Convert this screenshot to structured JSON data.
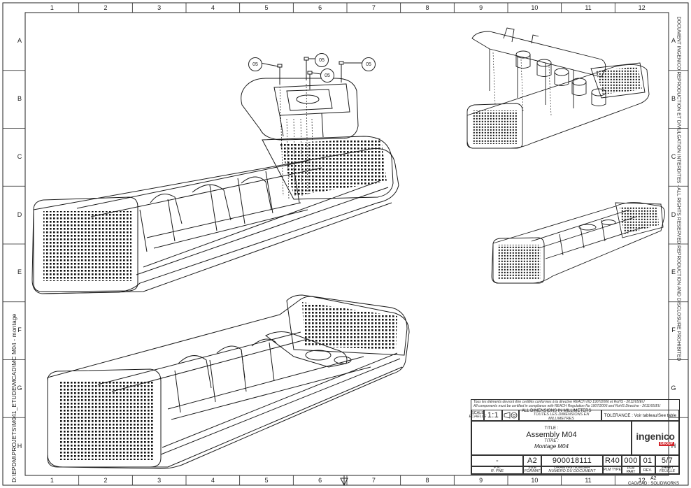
{
  "sheet": {
    "column_numbers": [
      "1",
      "2",
      "3",
      "4",
      "5",
      "6",
      "7",
      "8",
      "9",
      "10",
      "11",
      "12"
    ],
    "row_letters": [
      "A",
      "B",
      "C",
      "D",
      "E",
      "F",
      "G",
      "H"
    ],
    "side_path": "D:\\EPDM\\PROJETS\\M041_ETUDE\\MCAD\\MC M04 - montage",
    "side_notice": "DOCUMENT INGENICO REPRODUCTION ET DIVULGATION INTERDITES - ALL RIGHTS RESERVED REPRODUCTION AND DISCLOSURE PROHIBITED"
  },
  "balloons": [
    "05",
    "05",
    "05",
    "05"
  ],
  "title_block": {
    "compliance_fr": "Tous les éléments devront être certifiés conformes à la directive REACH NO 1907/2006 et RoHS - 2011/65/EU",
    "compliance_en": "All components must be certified in compliance with REACH Regulation No 1907/2006 and RoHS Directive - 2011/65/EU",
    "scale_label": "SCALE",
    "scale_label_fr": "ECHELLE",
    "scale_value": "1:1",
    "dims_en": "ALL DIMENSIONS IN MILLIMETERS",
    "dims_fr": "TOUTES LES DIMENSIONS EN MILLIMETRES",
    "tolerance": "TOLERANCE : Voir tableau/See table",
    "title_label": "TITLE :",
    "title_value": "Assembly M04",
    "titre_label": "TITRE :",
    "titre_value": "Montage M04",
    "company": "ingenico",
    "company_group": "GROUP",
    "pn_value": "-",
    "pn_label": "P.N.",
    "pn_sub": "R. PNE",
    "size_value": "A2",
    "size_label": "SIZE",
    "size_label_fr": "FORMAT",
    "drawing_number": "900018111",
    "drawing_number_label": "DRAWING NUMBER",
    "drawing_number_label_fr": "NUMERO DU DOCUMENT",
    "plm_type_value": "R40",
    "plm_type_label": "PLM TYPE",
    "plm_part_value": "000",
    "plm_part_label": "PLM PART",
    "rev_value": "01",
    "rev_label": "REV.",
    "sheet_value": "5/7",
    "sheet_label": "SHEET",
    "sheet_label_fr": "FEUILLE",
    "format_footer": "A2",
    "cad_footer": "CAO/CAD : SOLIDWORKS"
  },
  "colors": {
    "line": "#1a1a1a",
    "logo_red": "#d2232a",
    "logo_dark": "#3a3a3a"
  }
}
